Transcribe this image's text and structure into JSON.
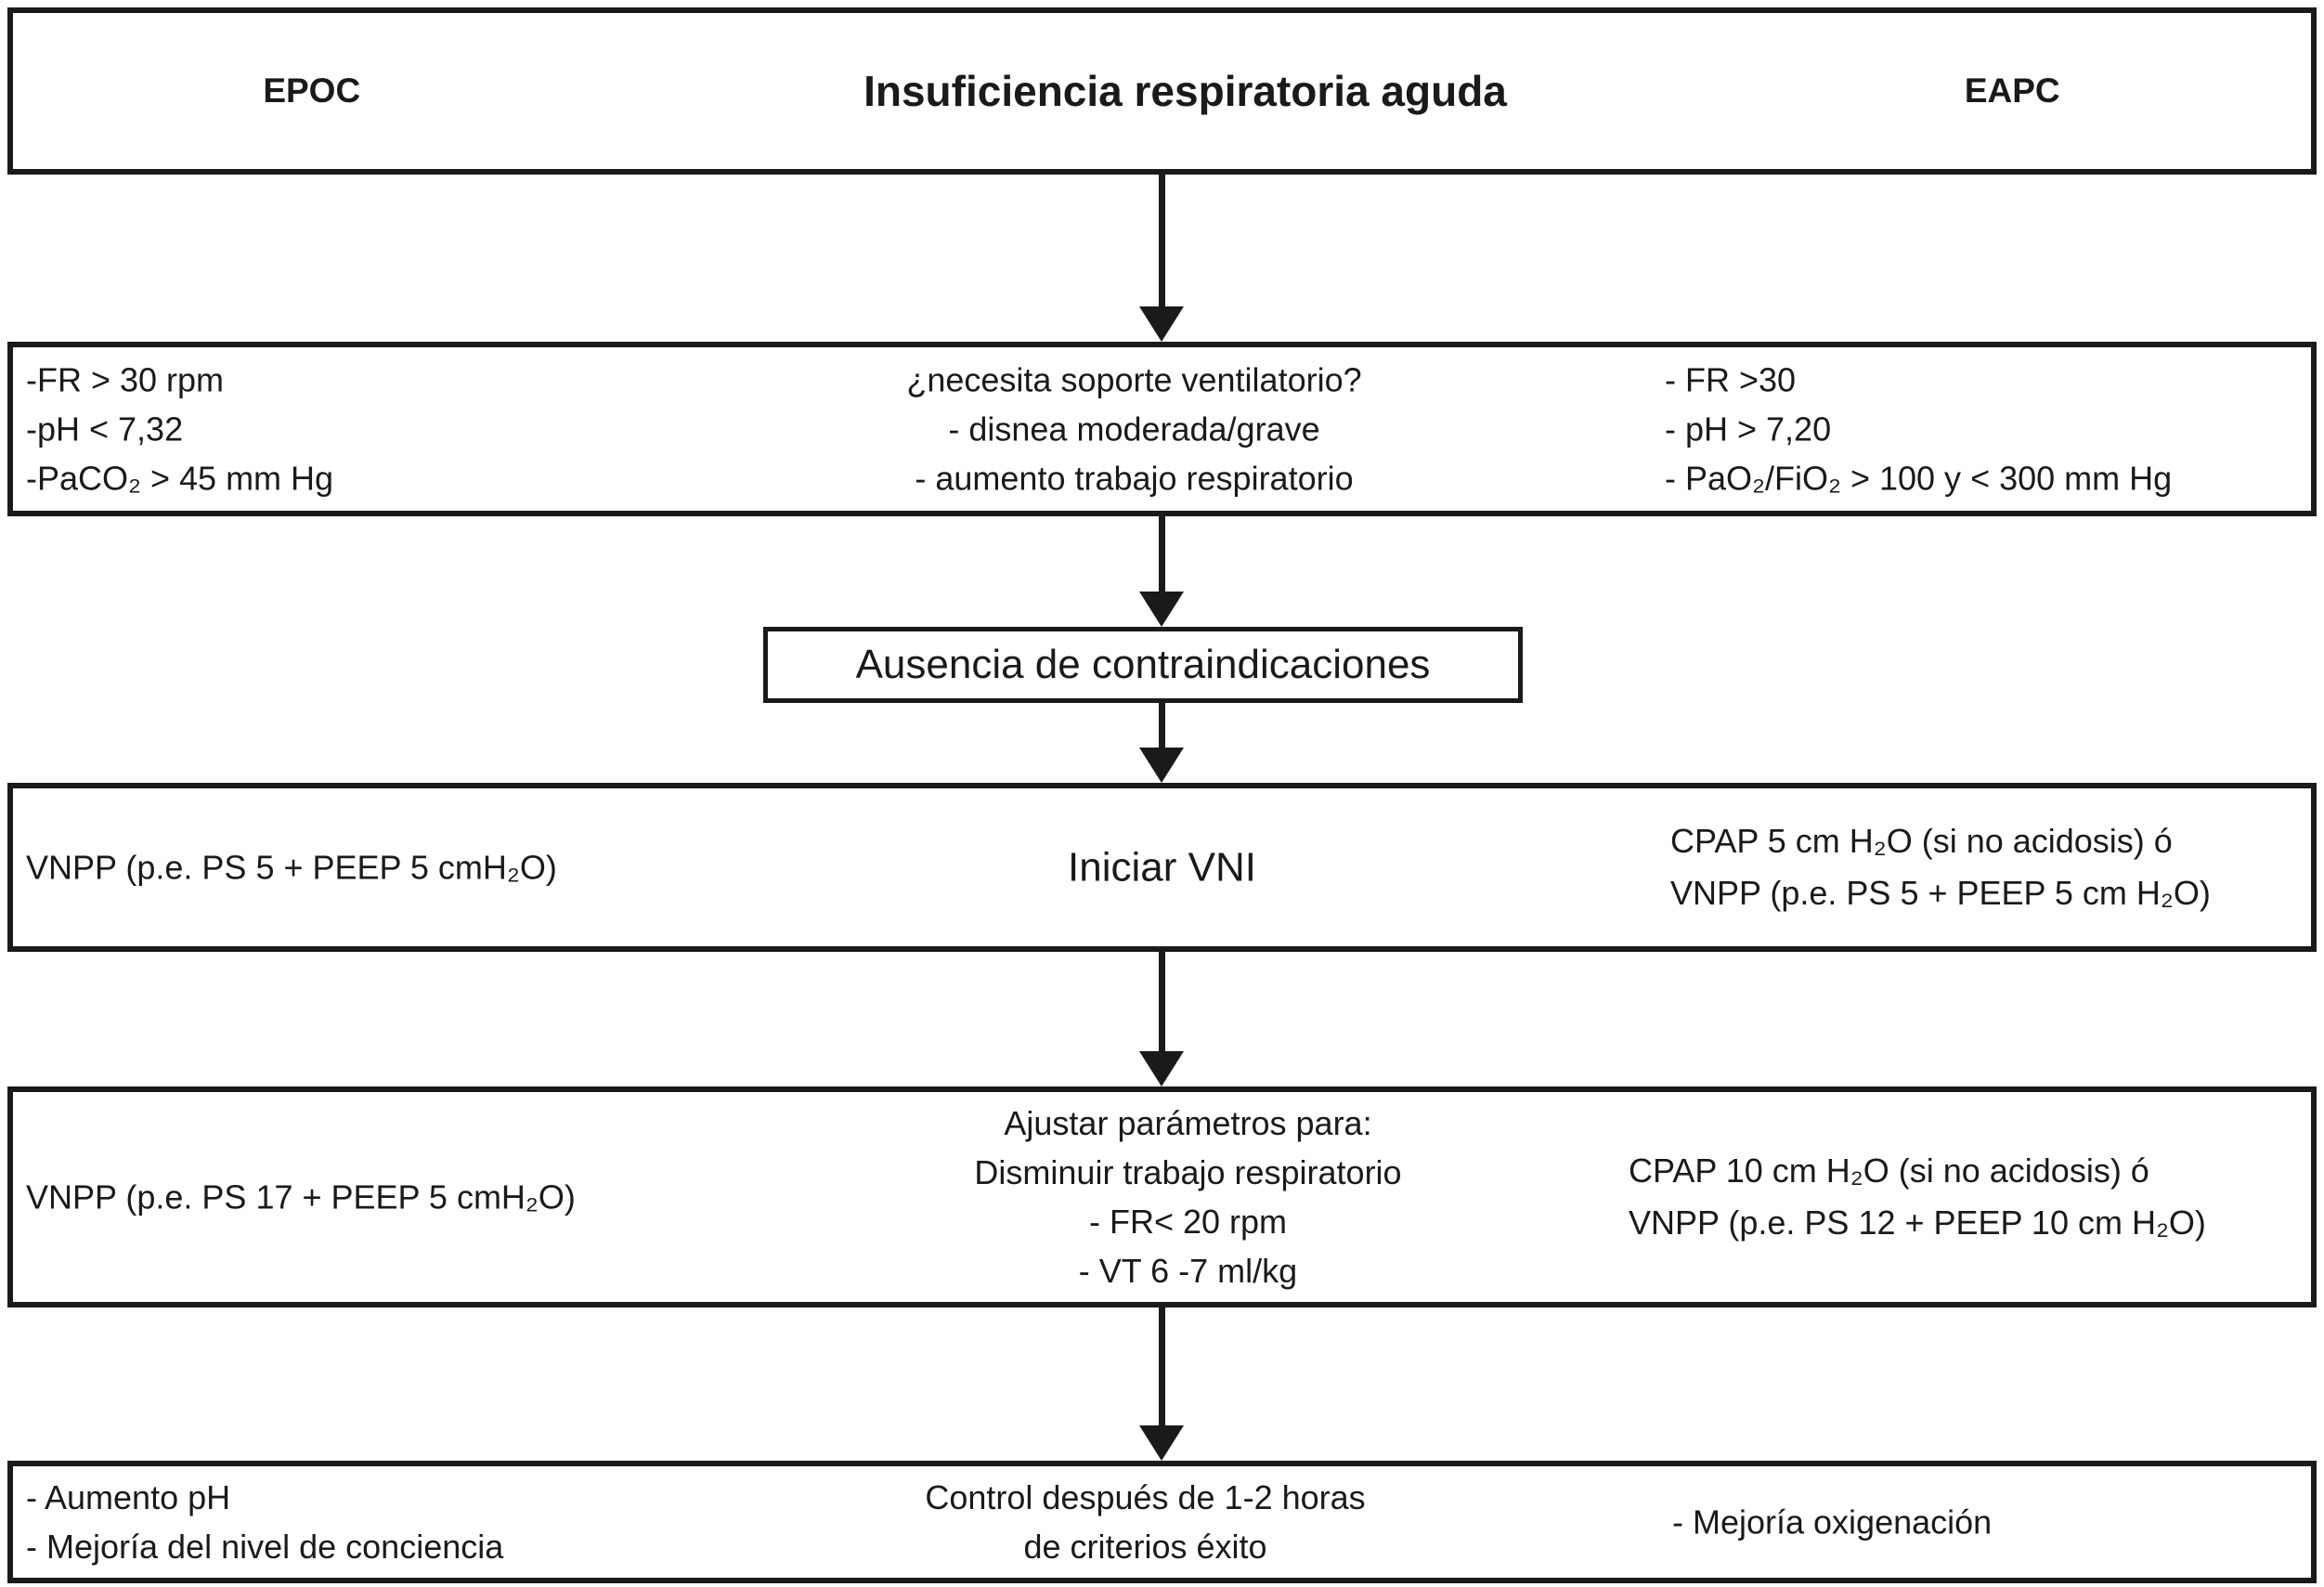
{
  "colors": {
    "ink": "#1a1a1a",
    "background": "#ffffff"
  },
  "header": {
    "left": "EPOC",
    "title": "Insuficiencia respiratoria aguda",
    "right": "EAPC"
  },
  "criteria": {
    "epoc_lines": [
      "-FR > 30 rpm",
      "-pH < 7,32",
      "-PaCO₂ > 45 mm Hg"
    ],
    "center_lines": [
      "¿necesita soporte ventilatorio?",
      "- disnea moderada/grave",
      "- aumento trabajo respiratorio"
    ],
    "eapc_lines": [
      "- FR >30",
      "- pH > 7,20",
      "- PaO₂/FiO₂ > 100 y < 300 mm Hg"
    ]
  },
  "contraindications": {
    "label": "Ausencia de contraindicaciones"
  },
  "start_vni": {
    "epoc": "VNPP (p.e. PS 5 + PEEP 5 cmH₂O)",
    "center": "Iniciar VNI",
    "eapc_lines": [
      "CPAP 5 cm H₂O (si no acidosis) ó",
      "VNPP (p.e. PS 5 + PEEP 5 cm H₂O)"
    ]
  },
  "adjust": {
    "epoc": "VNPP (p.e. PS 17 + PEEP 5 cmH₂O)",
    "center_lines": [
      "Ajustar parámetros para:",
      "Disminuir trabajo respiratorio",
      "- FR< 20 rpm",
      "- VT 6 -7 ml/kg"
    ],
    "eapc_lines": [
      "CPAP 10 cm H₂O (si no acidosis) ó",
      "VNPP (p.e. PS 12 + PEEP 10 cm H₂O)"
    ]
  },
  "control": {
    "epoc_lines": [
      "- Aumento pH",
      "- Mejoría del nivel de conciencia"
    ],
    "center_lines": [
      "Control después de 1-2 horas",
      "de criterios éxito"
    ],
    "eapc_lines": [
      "- Mejoría oxigenación"
    ]
  }
}
